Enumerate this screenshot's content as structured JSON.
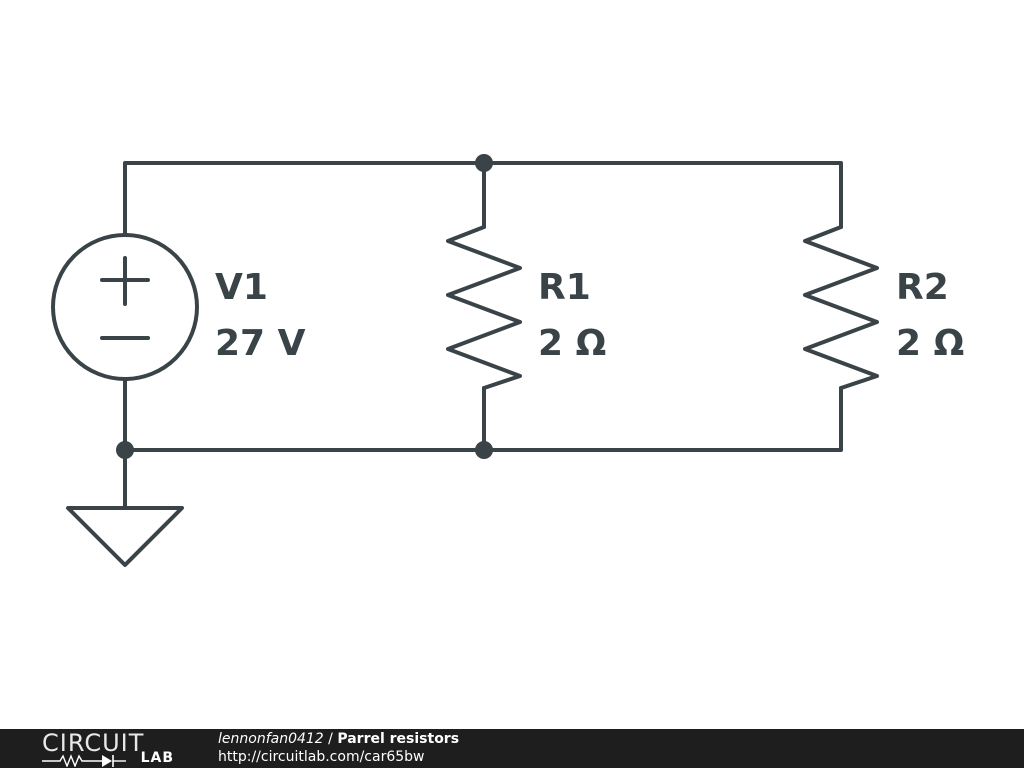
{
  "schematic": {
    "source": {
      "name": "V1",
      "value": "27 V",
      "plus_symbol": "+",
      "minus_symbol": "−"
    },
    "resistors": [
      {
        "name": "R1",
        "value": "2 Ω"
      },
      {
        "name": "R2",
        "value": "2 Ω"
      }
    ],
    "ground_symbol": "ground-icon",
    "colors": {
      "wire": "#3a4348",
      "footer_bg": "#1e1e1e",
      "footer_text": "#ffffff"
    }
  },
  "footer": {
    "logo_top": "CIRCUIT",
    "logo_bottom": "LAB",
    "author": "lennonfan0412",
    "separator": " / ",
    "title": "Parrel resistors",
    "url": "http://circuitlab.com/car65bw"
  }
}
